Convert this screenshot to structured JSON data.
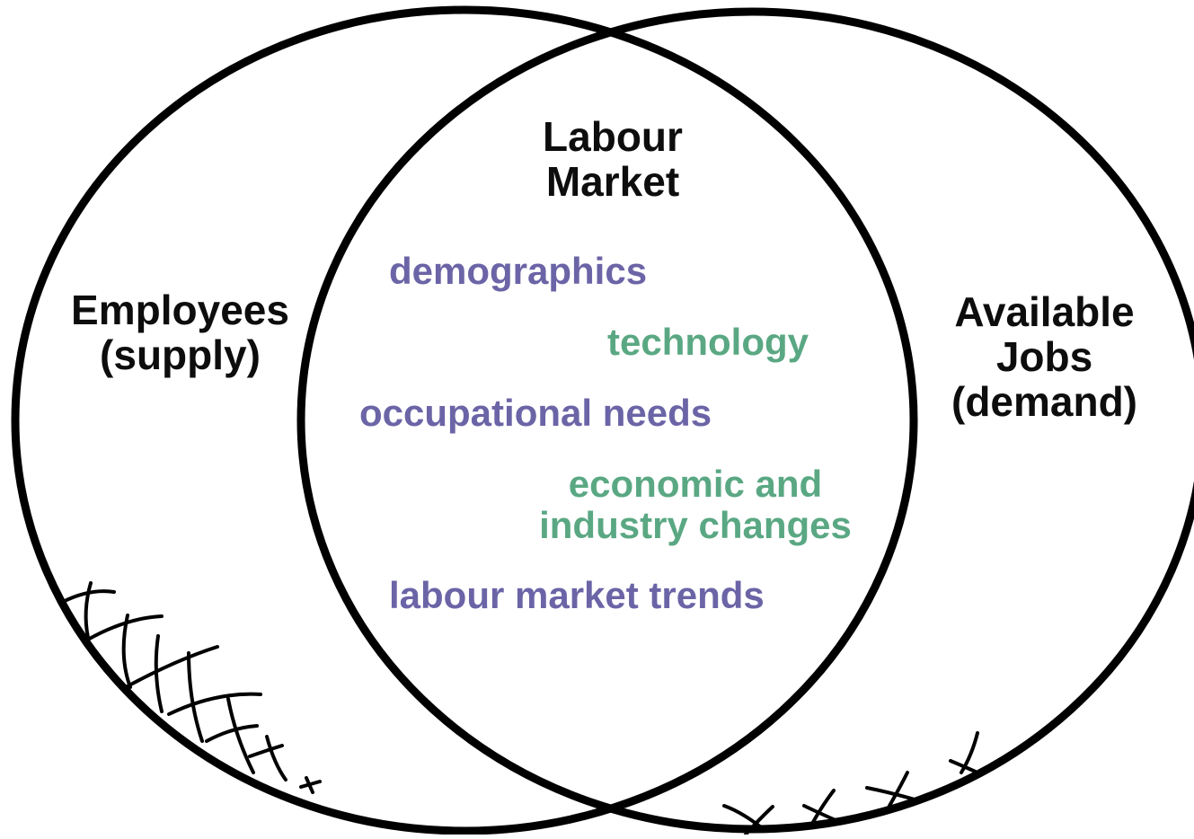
{
  "colors": {
    "outline": "#000000",
    "purple": "#6b64a6",
    "green": "#5aa883"
  },
  "diagram": {
    "left_circle": {
      "label_line1": "Employees",
      "label_line2": "(supply)"
    },
    "right_circle": {
      "label_line1": "Available",
      "label_line2": "Jobs",
      "label_line3": "(demand)"
    },
    "center": {
      "title_line1": "Labour",
      "title_line2": "Market"
    },
    "factors": {
      "demographics": "demographics",
      "technology": "technology",
      "occupational_needs": "occupational needs",
      "economic_line1": "economic and",
      "economic_line2": "industry changes",
      "labour_trends": "labour market trends"
    }
  }
}
